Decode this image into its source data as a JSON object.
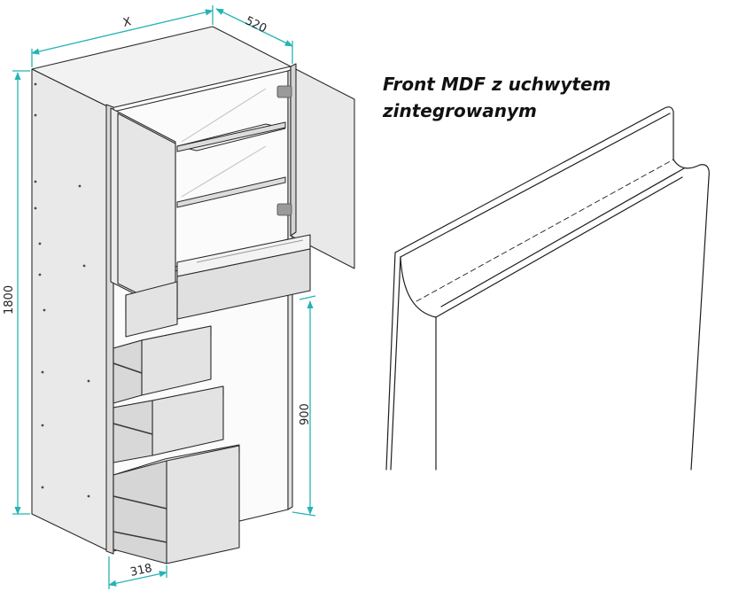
{
  "dimensions": {
    "width": "X",
    "depth": "520",
    "height": "1800",
    "base_height": "900",
    "drawer_width": "318"
  },
  "caption": {
    "line1": "Front MDF z uchwytem",
    "line2": "zintegrowanym"
  },
  "colors": {
    "panel": "#ececec",
    "panel_dark": "#d9d9d9",
    "panel_side": "#f4f4f4",
    "inner": "#ffffff",
    "edge": "#2a2a2a",
    "dimension": "#25b3b3",
    "hinge": "#9a9a9a"
  }
}
